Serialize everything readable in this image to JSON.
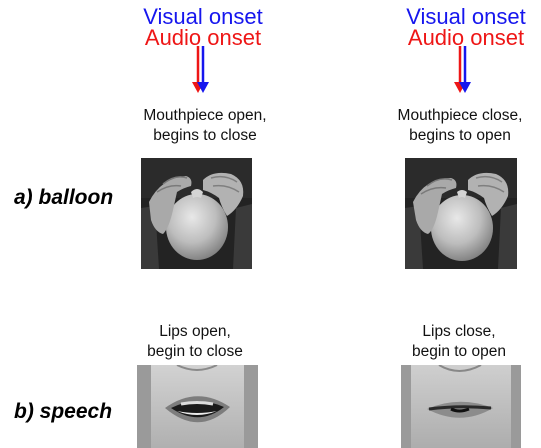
{
  "left_column": {
    "visual_onset": "Visual onset",
    "audio_onset": "Audio onset",
    "balloon_caption_line1": "Mouthpiece open,",
    "balloon_caption_line2": "begins to close",
    "speech_caption_line1": "Lips open,",
    "speech_caption_line2": "begin to close"
  },
  "right_column": {
    "visual_onset": "Visual onset",
    "audio_onset": "Audio onset",
    "balloon_caption_line1": "Mouthpiece close,",
    "balloon_caption_line2": "begins to open",
    "speech_caption_line1": "Lips close,",
    "speech_caption_line2": "begin to open"
  },
  "rows": {
    "balloon_label": "a) balloon",
    "speech_label": "b) speech"
  },
  "colors": {
    "visual": "#1616ee",
    "audio": "#ee1616"
  }
}
